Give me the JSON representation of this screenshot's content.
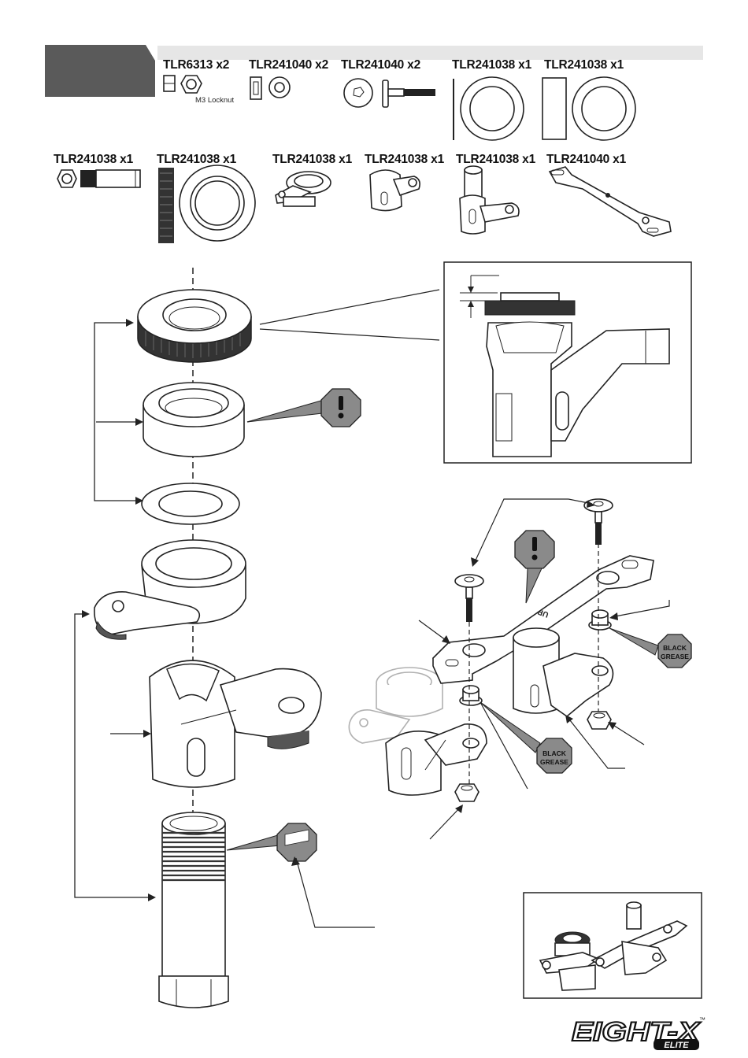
{
  "parts_row1": [
    {
      "label": "TLR6313 x2",
      "caption": "M3 Locknut"
    },
    {
      "label": "TLR241040 x2",
      "caption": ""
    },
    {
      "label": "TLR241040 x2",
      "caption": ""
    },
    {
      "label": "TLR241038 x1",
      "caption": ""
    },
    {
      "label": "TLR241038 x1",
      "caption": ""
    }
  ],
  "parts_row2": [
    {
      "label": "TLR241038 x1"
    },
    {
      "label": "TLR241038 x1"
    },
    {
      "label": "TLR241038 x1"
    },
    {
      "label": "TLR241038 x1"
    },
    {
      "label": "TLR241038 x1"
    },
    {
      "label": "TLR241040 x1"
    }
  ],
  "callouts": {
    "black_grease_1": [
      "BLACK",
      "GREASE"
    ],
    "black_grease_2": [
      "BLACK",
      "GREASE"
    ],
    "arm_marking": "UP"
  },
  "logo": {
    "main": "EIGHT-X",
    "sub": "ELITE",
    "tm": "™"
  },
  "colors": {
    "header_bar": "#e6e6e6",
    "step_tab": "#5a5a5a",
    "warning": "#8a8a8a"
  }
}
